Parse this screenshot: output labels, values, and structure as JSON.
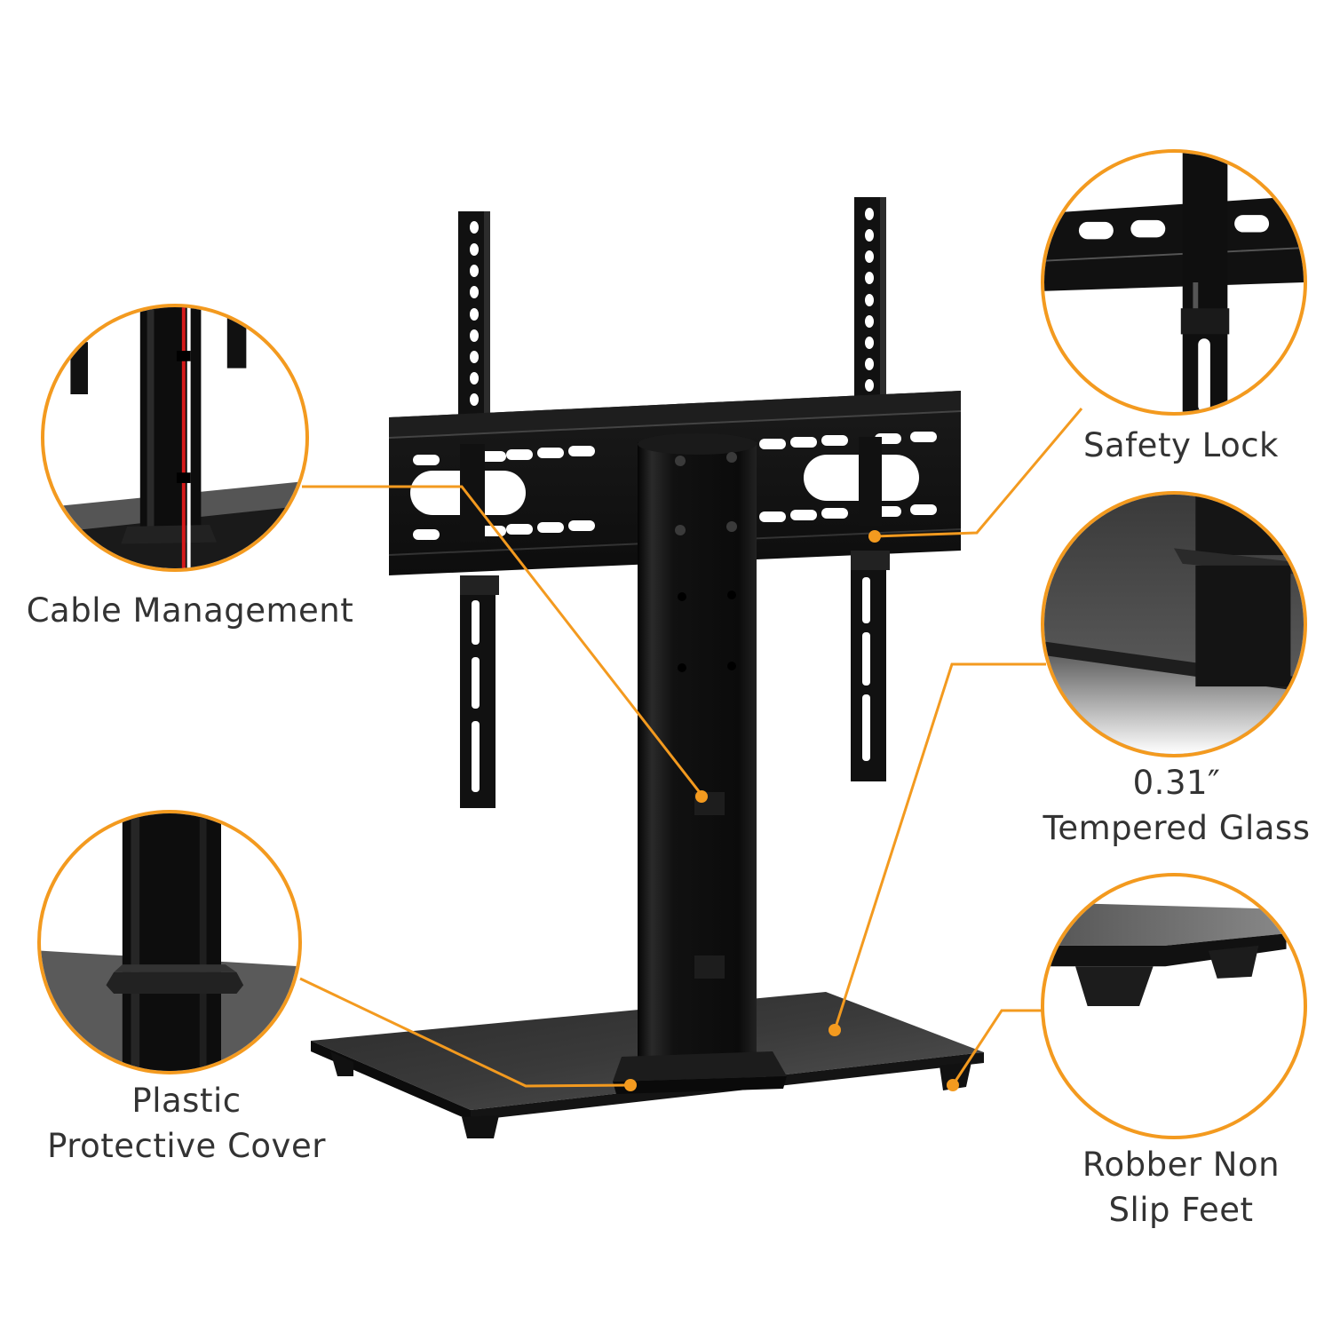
{
  "product": {
    "type": "tabletop-tv-stand",
    "accent_color": "#f39a1f",
    "text_color": "#333333"
  },
  "callouts": [
    {
      "id": "cable-management",
      "label_lines": [
        "Cable Management"
      ]
    },
    {
      "id": "safety-lock",
      "label_lines": [
        "Safety Lock"
      ]
    },
    {
      "id": "tempered-glass",
      "label_lines": [
        "0.31″",
        "Tempered Glass"
      ]
    },
    {
      "id": "plastic-cover",
      "label_lines": [
        "Plastic",
        "Protective Cover"
      ]
    },
    {
      "id": "non-slip-feet",
      "label_lines": [
        "Robber Non",
        "Slip Feet"
      ]
    }
  ]
}
